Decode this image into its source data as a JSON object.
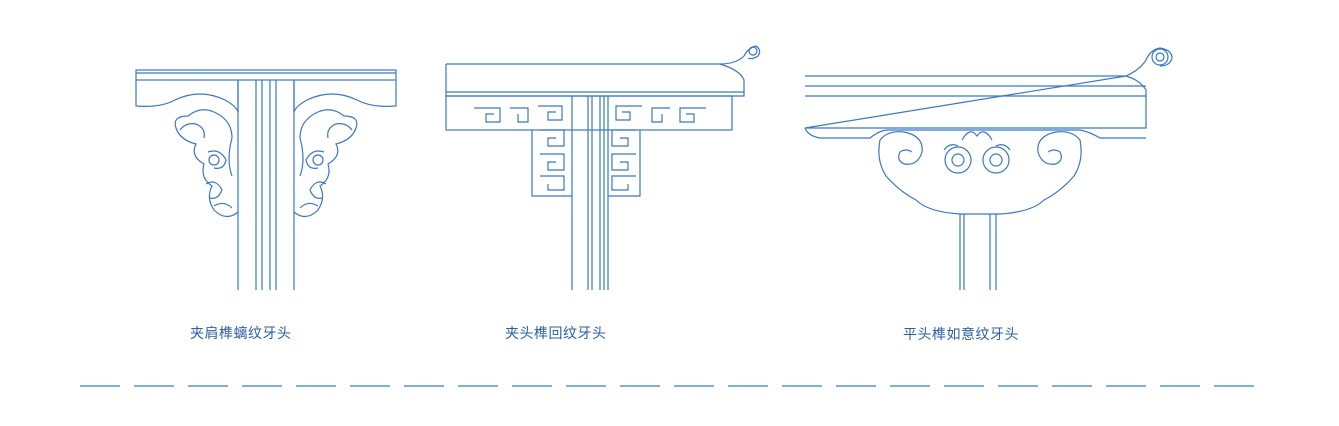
{
  "colors": {
    "stroke": "#3a78c3",
    "caption": "#2b5fa8",
    "dash": "#5a93d6"
  },
  "figures": [
    {
      "caption": "夹肩榫螭纹牙头"
    },
    {
      "caption": "夹头榫回纹牙头"
    },
    {
      "caption": "平头榫如意纹牙头"
    }
  ]
}
